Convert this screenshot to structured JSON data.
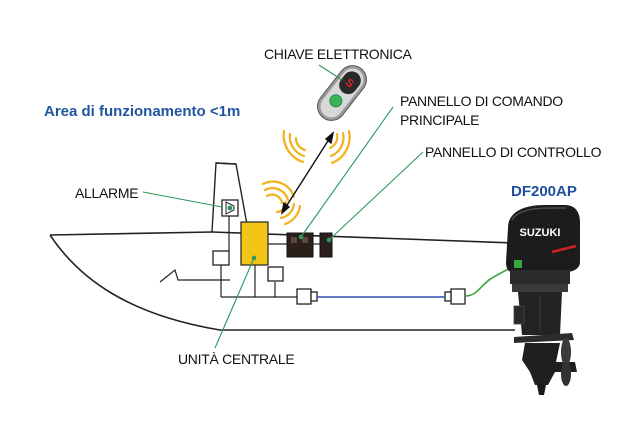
{
  "labels": {
    "electronic_key": "CHIAVE ELETTRONICA",
    "area": "Area di funzionamento <1m",
    "main_panel_line1": "PANNELLO DI COMANDO",
    "main_panel_line2": "PRINCIPALE",
    "control_panel": "PANNELLO DI CONTROLLO",
    "alarm": "ALLARME",
    "central_unit": "UNITÀ CENTRALE",
    "model": "DF200AP"
  },
  "engine": {
    "brand": "SUZUKI"
  },
  "colors": {
    "area_text": "#2255a0",
    "model_text": "#1f4f9e",
    "leader_lines": "#2e9a5a",
    "signal_waves": "#f2b21c",
    "central_unit_fill": "#f2c418",
    "data_cable": "#2a4fa8",
    "engine_cable": "#3aa63a",
    "panel_fill": "#2a1f1a"
  }
}
